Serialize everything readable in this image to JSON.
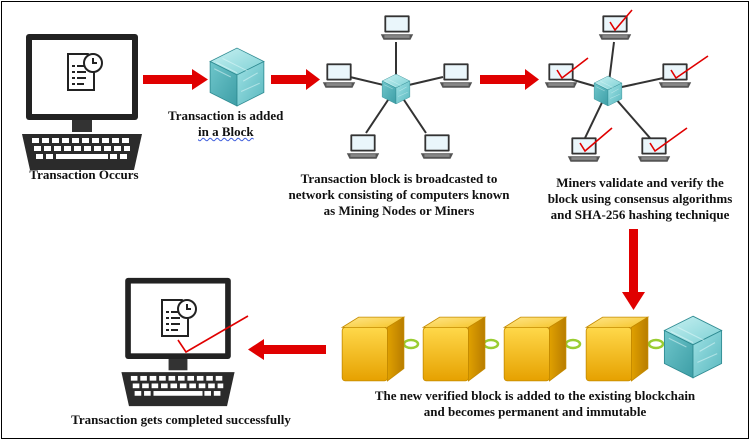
{
  "captions": {
    "transaction_occurs": "Transaction Occurs",
    "added_line1": "Transaction is added",
    "added_line2": "in a Block",
    "broadcast_line1": "Transaction block is broadcasted to",
    "broadcast_line2": "network consisting of computers known",
    "broadcast_line3": "as Mining Nodes or Miners",
    "validate_line1": "Miners validate and verify the",
    "validate_line2": "block using consensus algorithms",
    "validate_line3": "and SHA-256 hashing technique",
    "chain_line1": "The new verified block is added to the existing blockchain",
    "chain_line2": "and becomes permanent and immutable",
    "completed": "Transaction gets completed successfully"
  },
  "colors": {
    "arrow": "#e00000",
    "cube_blue": "#7fd3d6",
    "cube_gold": "#f5b800",
    "link": "#9acd32",
    "check": "#e00000"
  },
  "icons": [
    "computer-monitor-icon",
    "document-clock-icon",
    "block-cube-icon",
    "laptop-icon",
    "checkmark-icon",
    "chain-link-icon"
  ]
}
